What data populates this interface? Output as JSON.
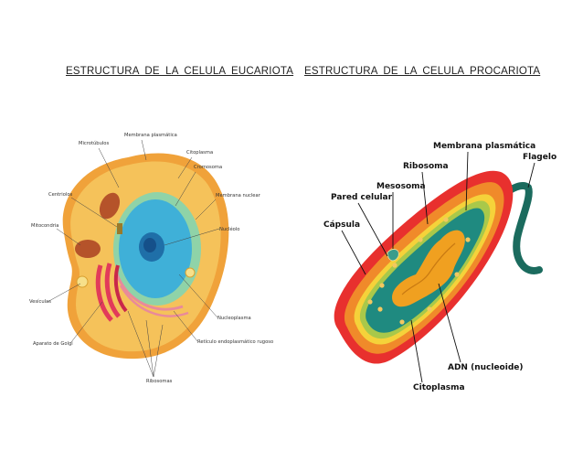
{
  "titles": {
    "eukaryote": "ESTRUCTURA DE LA CELULA EUCARIOTA",
    "prokaryote": "ESTRUCTURA DE LA CELULA PROCARIOTA"
  },
  "eukaryote_labels": {
    "microtubulos": "Microtúbulos",
    "membrana_plasmatica": "Membrana plasmática",
    "citoplasma": "Citoplasma",
    "cromosoma": "Cromosoma",
    "membrana_nuclear": "Membrana nuclear",
    "centriolos": "Centriolos",
    "nucleolo": "Nucléolo",
    "mitocondria": "Mitocondria",
    "vesiculas": "Vesículas",
    "nucleoplasma": "Nucleoplasma",
    "aparato_golgi": "Aparato de Golgi",
    "reticulo": "Retículo endoplasmático rugoso",
    "ribosomas": "Ribosomas"
  },
  "prokaryote_labels": {
    "membrana_plasmatica": "Membrana plasmática",
    "flagelo": "Flagelo",
    "ribosoma": "Ribosoma",
    "mesosoma": "Mesosoma",
    "pared_celular": "Pared celular",
    "capsula": "Cápsula",
    "adn": "ADN (nucleoide)",
    "citoplasma": "Citoplasma"
  },
  "colors": {
    "euk_cytoplasm": "#f5c25a",
    "euk_nucleus": "#3fb0d8",
    "euk_golgi": "#e23b5a",
    "pro_capsule": "#e8302e",
    "pro_wall": "#f08a2a",
    "pro_membrane": "#f5d23a",
    "pro_cytoplasm": "#1f8a80",
    "pro_dna": "#f0a020",
    "pro_flagellum": "#1b6b5e"
  }
}
